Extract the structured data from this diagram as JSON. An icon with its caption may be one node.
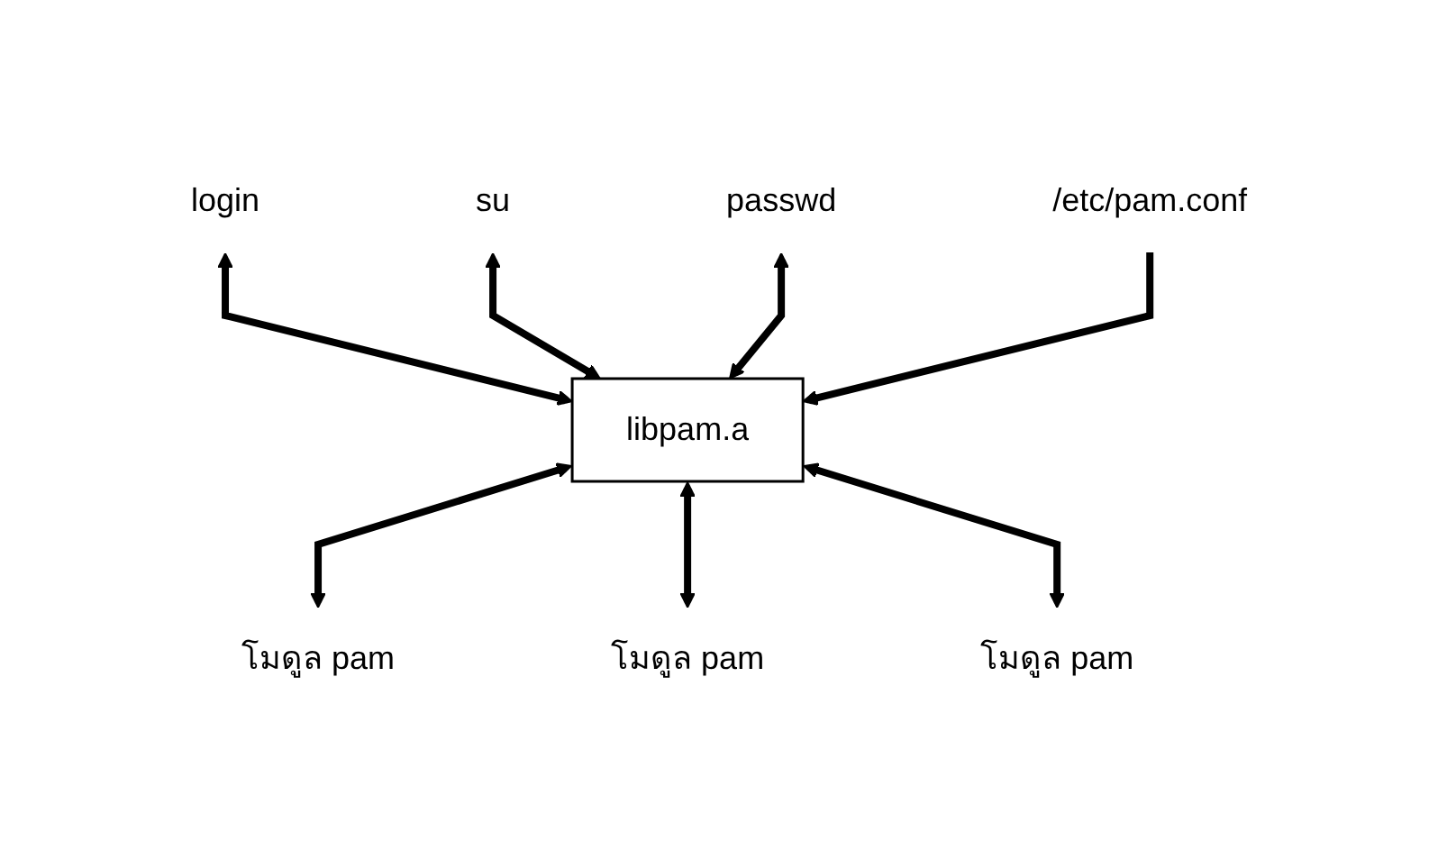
{
  "diagram": {
    "nodes": [
      {
        "text": [
          "login"
        ]
      },
      {
        "text": [
          "su"
        ]
      },
      {
        "text": [
          "passwd"
        ]
      },
      {
        "text": [
          "/etc/pam.conf"
        ]
      },
      {
        "text": [
          "libpam.a"
        ]
      },
      {
        "text": [
          "โมดูล pam"
        ]
      },
      {
        "text": [
          "โมดูล pam"
        ]
      },
      {
        "text": [
          "โมดูล pam"
        ]
      }
    ],
    "edges": [
      {
        "from": 0,
        "to": 4,
        "arrow": "both"
      },
      {
        "from": 1,
        "to": 4,
        "arrow": "both"
      },
      {
        "from": 2,
        "to": 4,
        "arrow": "both"
      },
      {
        "from": 3,
        "to": 4,
        "arrow": "to"
      },
      {
        "from": 4,
        "to": 5,
        "arrow": "both"
      },
      {
        "from": 4,
        "to": 6,
        "arrow": "both"
      },
      {
        "from": 4,
        "to": 7,
        "arrow": "both"
      }
    ]
  }
}
